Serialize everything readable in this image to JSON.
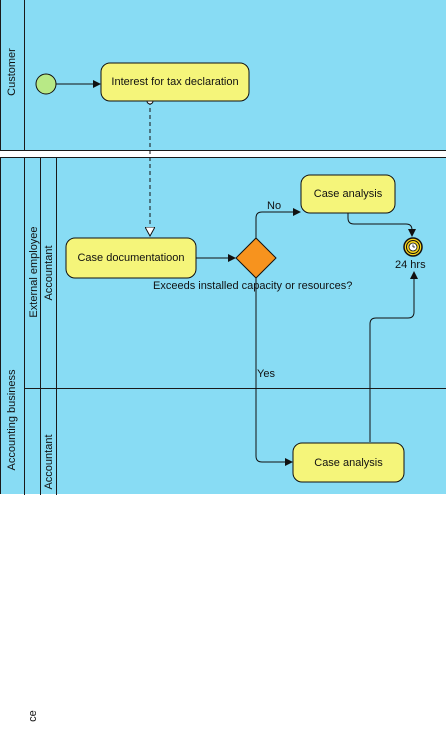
{
  "pools": {
    "customer": {
      "label": "Customer"
    },
    "accounting": {
      "label": "Accounting business",
      "lanes": [
        {
          "outer_label": "External employee",
          "inner_label": "Accountant"
        },
        {
          "outer_label": "ce",
          "inner_label": "Accountant"
        }
      ]
    }
  },
  "nodes": {
    "start_event": {
      "type": "start-event",
      "color": "#b8e986"
    },
    "interest": {
      "label": "Interest for tax declaration"
    },
    "case_documentation": {
      "label": "Case documentatioon"
    },
    "gateway": {
      "label": "Exceeds installed capacity or resources?",
      "color": "#f7931e"
    },
    "case_analysis_top": {
      "label": "Case analysis"
    },
    "case_analysis_bottom": {
      "label": "Case analysis"
    },
    "timer_event": {
      "label": "24 hrs",
      "color": "#f7d51d"
    }
  },
  "edges": {
    "no_label": "No",
    "yes_label": "Yes"
  },
  "colors": {
    "pool_fill": "#88dcf4",
    "task_fill": "#f5f57a",
    "border": "#1a1a1a"
  }
}
